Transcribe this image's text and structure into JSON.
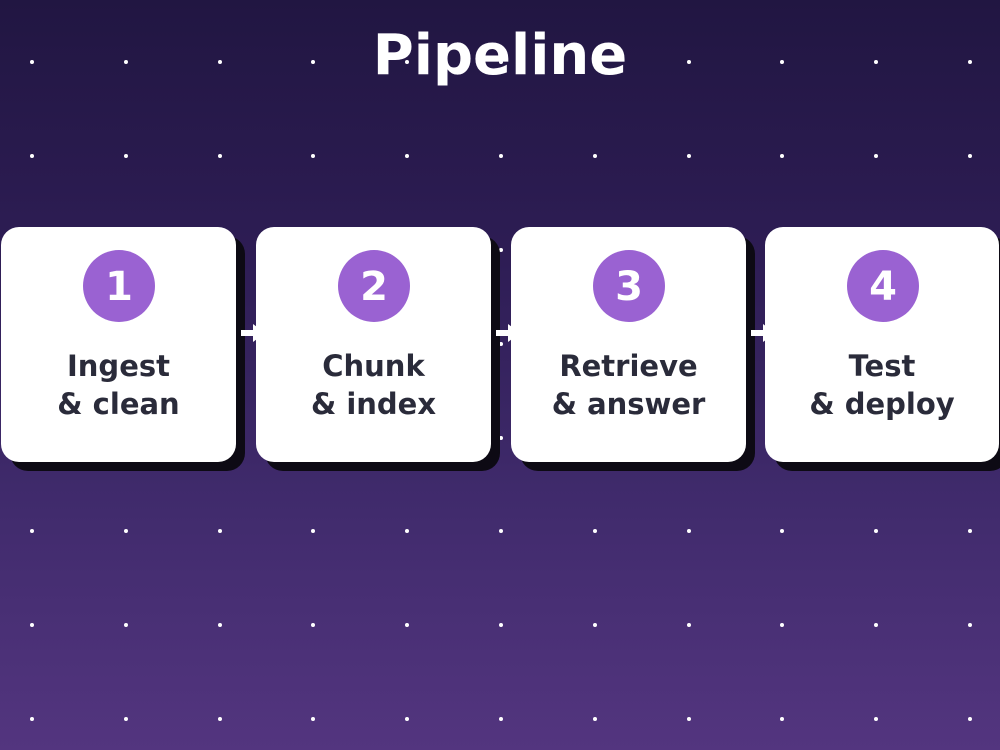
{
  "title": "Pipeline",
  "colors": {
    "background_top": "#211642",
    "background_bottom": "#53357f",
    "card": "#ffffff",
    "badge": "#9a62d2",
    "label_text": "#2a2b3a",
    "shadow": "#0d0a14"
  },
  "steps": [
    {
      "number": "1",
      "line1": "Ingest",
      "line2": "& clean"
    },
    {
      "number": "2",
      "line1": "Chunk",
      "line2": "& index"
    },
    {
      "number": "3",
      "line1": "Retrieve",
      "line2": "& answer"
    },
    {
      "number": "4",
      "line1": "Test",
      "line2": "& deploy"
    }
  ],
  "connector_icon": "arrow-right-icon"
}
